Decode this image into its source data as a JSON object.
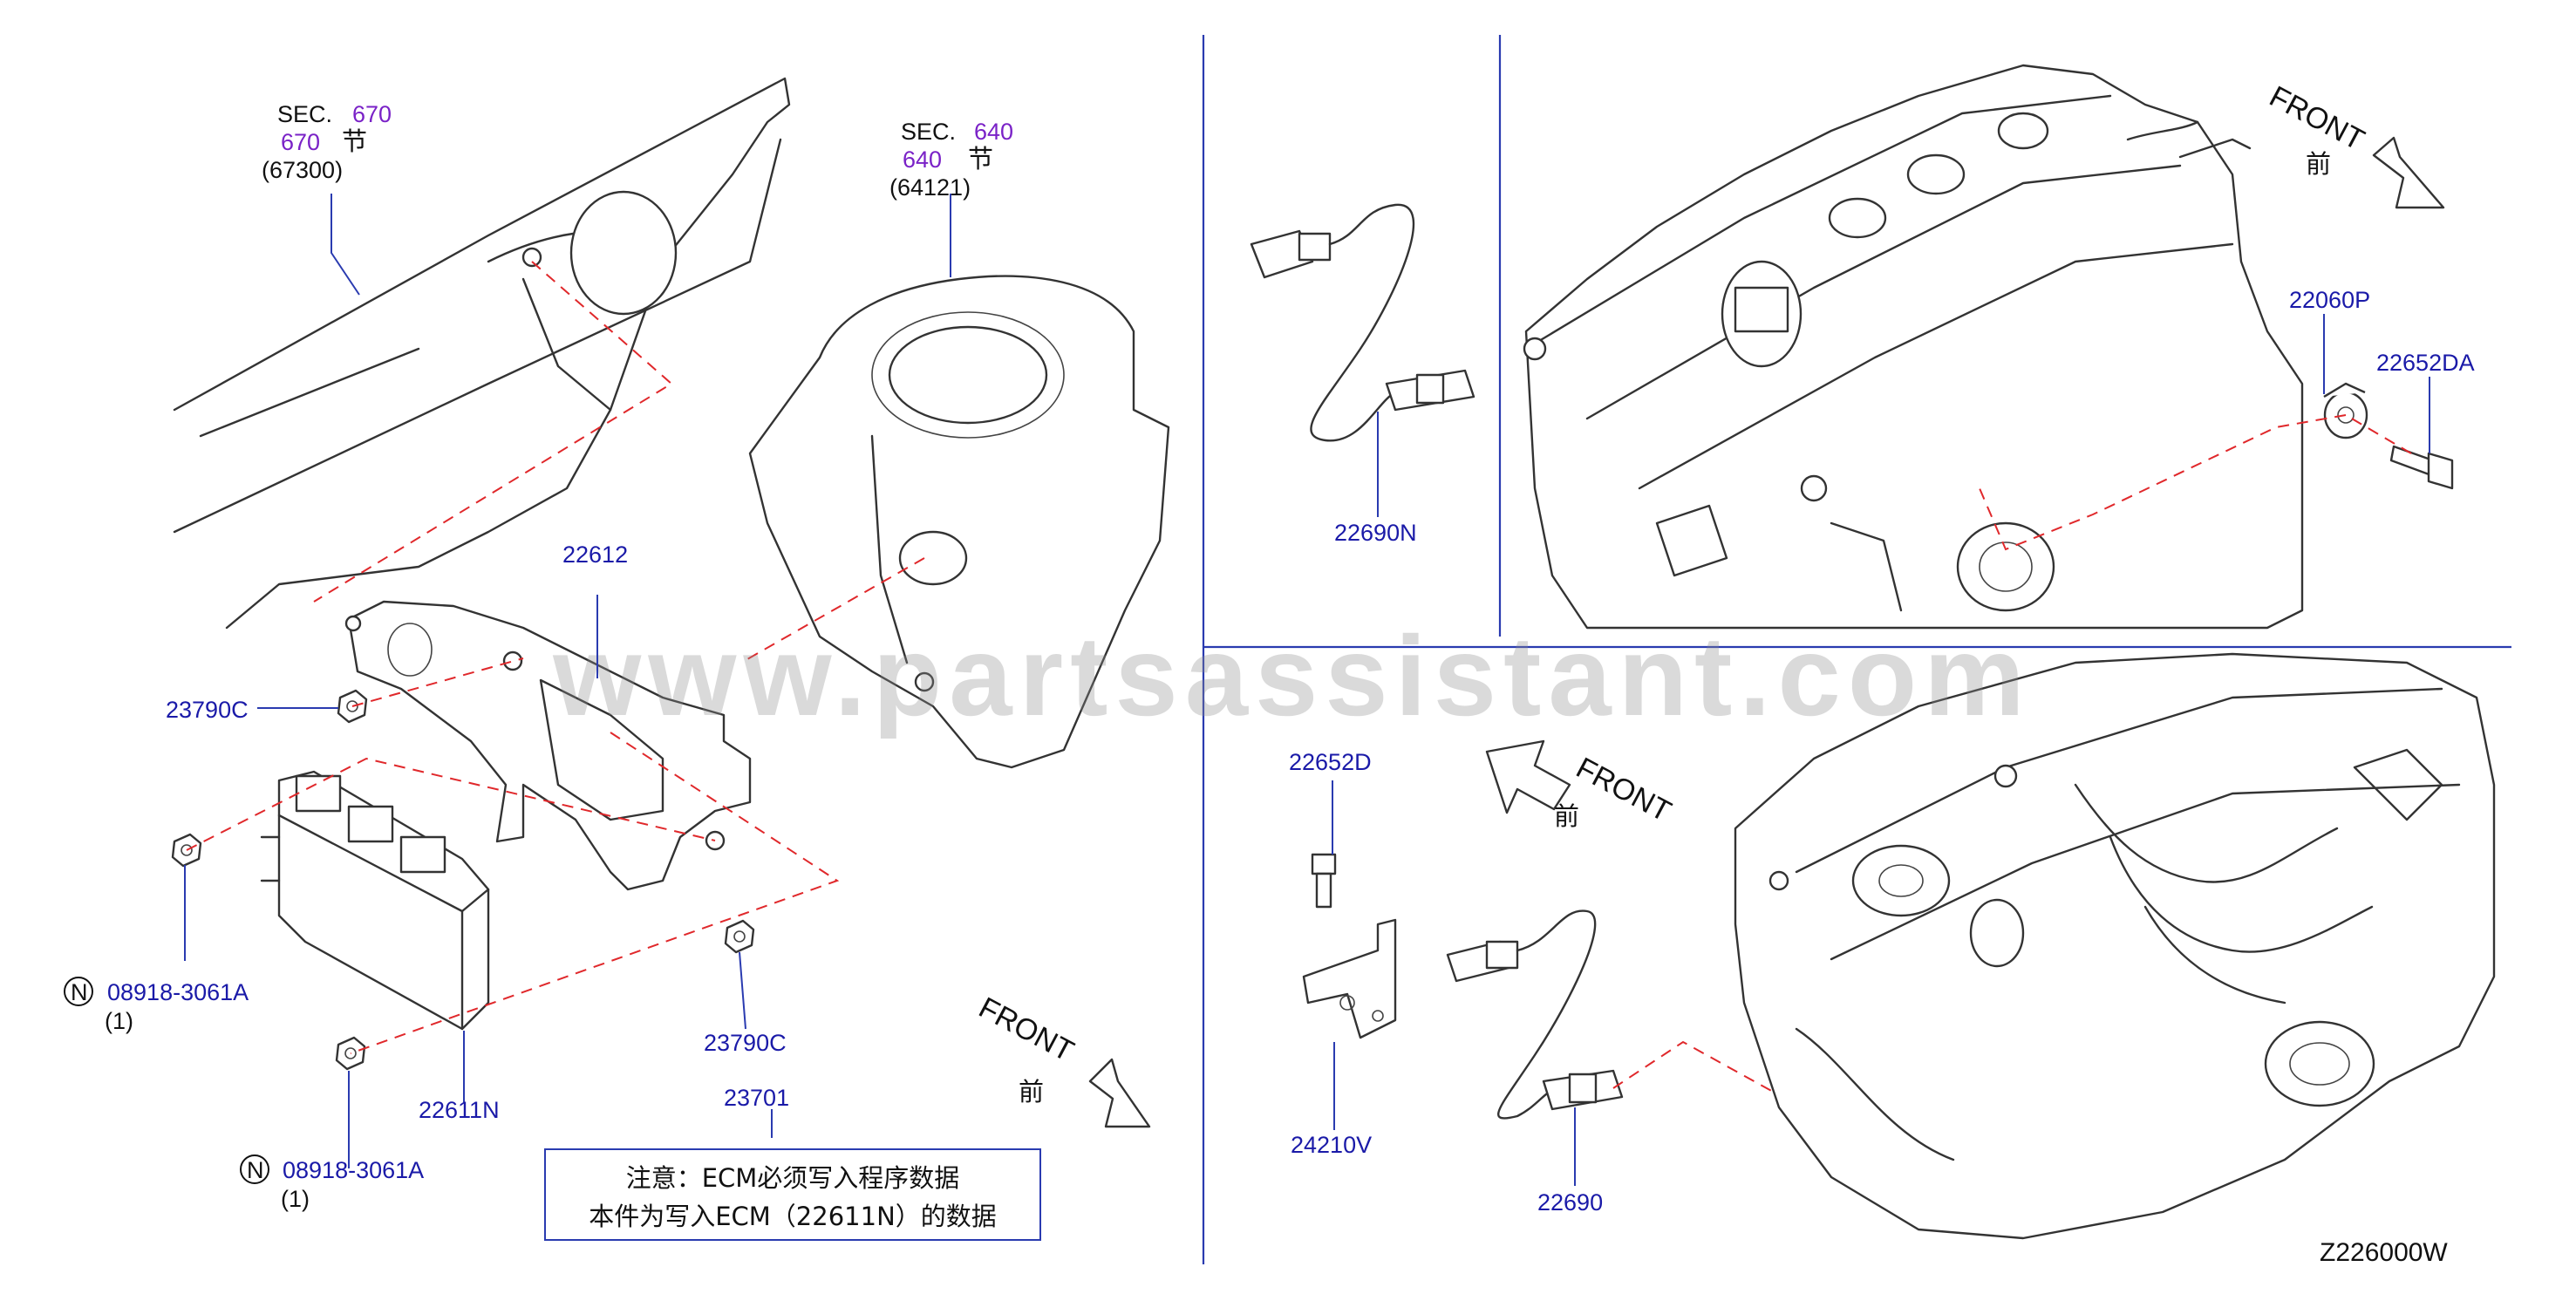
{
  "diagram_id": "Z226000W",
  "watermark": "www.partsassistant.com",
  "front_label": "FRONT",
  "front_cn": "前",
  "sec_670": {
    "prefix": "SEC.",
    "num": "670",
    "num_cn": "670",
    "cn": "节",
    "code": "(67300)"
  },
  "sec_640": {
    "prefix": "SEC.",
    "num": "640",
    "num_cn": "640",
    "cn": "节",
    "code": "(64121)"
  },
  "parts": {
    "p22612": "22612",
    "p23790c_top": "23790C",
    "p23790c_bottom": "23790C",
    "p22611n": "22611N",
    "p23701": "23701",
    "p08918_a": "08918-3061A",
    "p08918_a_qty": "(1)",
    "p08918_b": "08918-3061A",
    "p08918_b_qty": "(1)",
    "n_marker": "N",
    "p22690n": "22690N",
    "p22060p": "22060P",
    "p22652da": "22652DA",
    "p22652d": "22652D",
    "p24210v": "24210V",
    "p22690": "22690"
  },
  "note": {
    "line1": "注意：ECM必须写入程序数据",
    "line2": "本件为写入ECM（22611N）的数据"
  }
}
